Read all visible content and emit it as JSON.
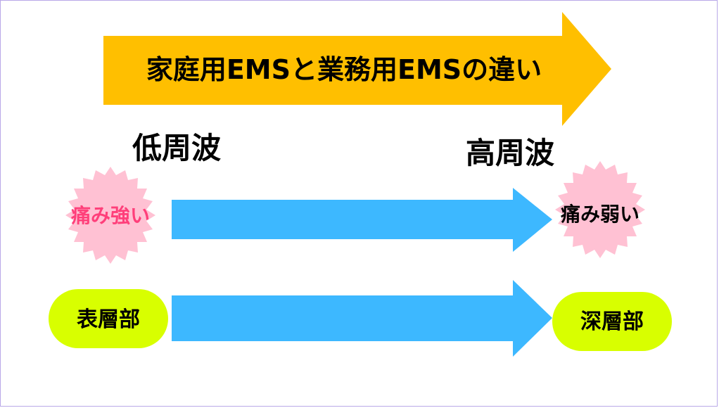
{
  "diagram": {
    "title": "家庭用EMSと業務用EMSの違い",
    "low_label": "低周波",
    "high_label": "高周波",
    "left_pain_label": "痛み強い",
    "right_pain_label": "痛み弱い",
    "left_depth_label": "表層部",
    "right_depth_label": "深層部"
  },
  "colors": {
    "title_arrow": "#ffbf00",
    "flow_arrow": "#3db8ff",
    "starburst": "#ffc1d3",
    "pill": "#d8ff00",
    "strong_pain_text": "#ff3f7a",
    "border": "#b9a8e8"
  }
}
